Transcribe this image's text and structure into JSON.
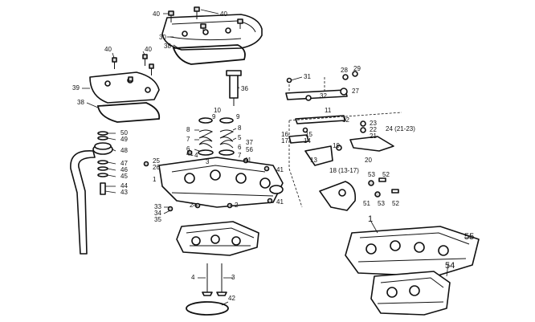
{
  "labels": {
    "p40a": "40",
    "p40b": "40",
    "p30": "30",
    "p38a": "38",
    "p40c": "40",
    "p40d": "40",
    "p39": "39",
    "p36": "36",
    "p38b": "38",
    "p31": "31",
    "p28": "28",
    "p29": "29",
    "p27": "27",
    "p10": "10",
    "p9a": "9",
    "p8a": "8",
    "p9b": "9",
    "p8b": "8",
    "p7a": "7",
    "p6a": "6",
    "p5": "5",
    "p6b": "6",
    "p4": "4",
    "p3": "3",
    "p41a": "41",
    "p7b": "7",
    "p37": "37",
    "p56": "56",
    "p41b": "41",
    "p41c": "41",
    "p41d": "41",
    "p11": "11",
    "p12": "12",
    "p23": "23",
    "p22": "22",
    "p24": "24 (21-23)",
    "p21": "21",
    "p16": "16",
    "p17": "17",
    "p15": "15",
    "p14": "14",
    "p13": "13",
    "p19": "19",
    "p20": "20",
    "p18": "18 (13-17)",
    "p32": "32",
    "p50": "50",
    "p49": "49",
    "p48": "48",
    "p47": "47",
    "p46": "46",
    "p45": "45",
    "p44": "44",
    "p43": "43",
    "p25": "25",
    "p26": "26",
    "p1a": "1",
    "p2a": "2",
    "p2b": "2",
    "p33": "33",
    "p34": "34",
    "p35": "35",
    "p53a": "53",
    "p52a": "52",
    "p51": "51",
    "p53b": "53",
    "p52b": "52",
    "p1b": "1",
    "p55": "55",
    "p54": "54",
    "p4b": "4",
    "p3b": "3",
    "p42": "42"
  }
}
